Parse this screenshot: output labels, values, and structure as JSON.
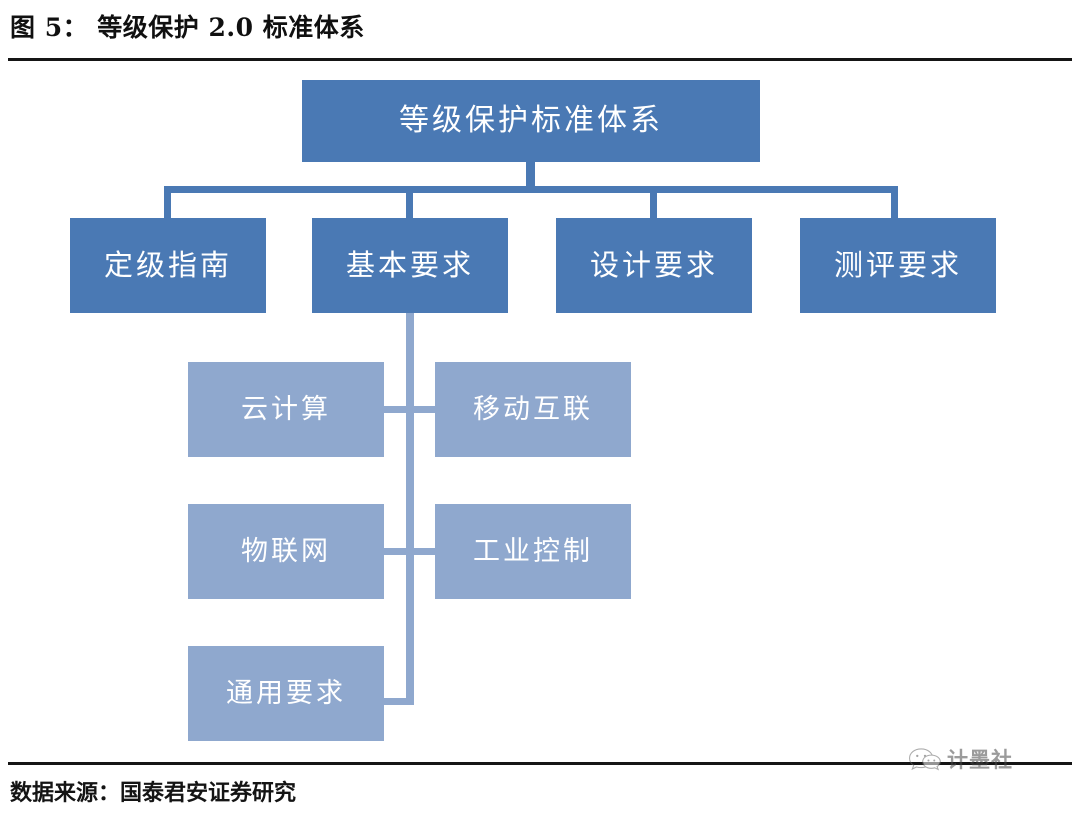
{
  "figure": {
    "title": "图 5： 等级保护 2.0 标准体系",
    "source": "数据来源：国泰君安证券研究"
  },
  "watermark": {
    "icon": "wechat-bubble-icon",
    "text": "计墨社"
  },
  "colors": {
    "node_dark": "#4a79b4",
    "node_light": "#8fa8ce",
    "connector_dark": "#4a79b4",
    "connector_light": "#8fa8ce",
    "rule": "#151515",
    "node_text": "#ffffff",
    "background": "#ffffff"
  },
  "diagram": {
    "type": "tree",
    "root": {
      "label": "等级保护标准体系",
      "style": "dark"
    },
    "level2": [
      {
        "label": "定级指南",
        "style": "dark"
      },
      {
        "label": "基本要求",
        "style": "dark"
      },
      {
        "label": "设计要求",
        "style": "dark"
      },
      {
        "label": "测评要求",
        "style": "dark"
      }
    ],
    "level3_parent": "基本要求",
    "level3": [
      {
        "label": "云计算",
        "style": "light",
        "column": "left",
        "row": 1
      },
      {
        "label": "移动互联",
        "style": "light",
        "column": "right",
        "row": 1
      },
      {
        "label": "物联网",
        "style": "light",
        "column": "left",
        "row": 2
      },
      {
        "label": "工业控制",
        "style": "light",
        "column": "right",
        "row": 2
      },
      {
        "label": "通用要求",
        "style": "light",
        "column": "left",
        "row": 3
      }
    ]
  }
}
